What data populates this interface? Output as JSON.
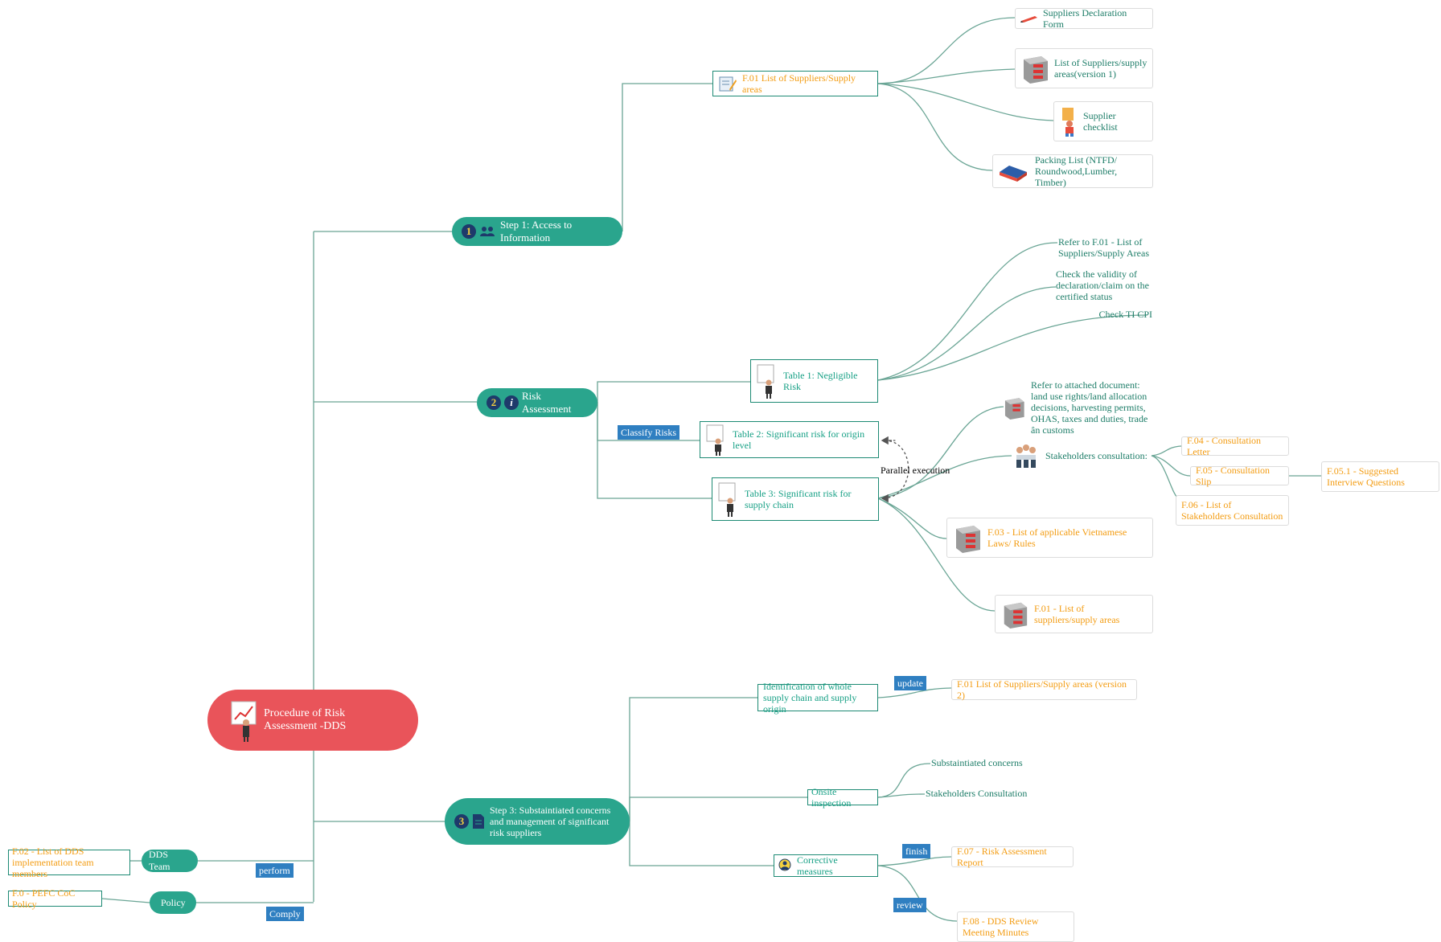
{
  "root": {
    "label": "Procedure of Risk Assessment -DDS"
  },
  "step1": {
    "number": "1",
    "label": "Step 1: Access to Information",
    "f01": "F.01 List of Suppliers/Supply areas",
    "children": [
      "Suppliers Declaration Form",
      "List of Suppliers/supply areas(version 1)",
      "Supplier checklist",
      "Packing List (NTFD/ Roundwood,Lumber, Timber)"
    ]
  },
  "step2": {
    "number": "2",
    "label": "Risk Assessment",
    "classify_tag": "Classify Risks",
    "table1": "Table 1: Negligible Risk",
    "table2": "Table 2: Significant risk for origin level",
    "table3": "Table 3: Significant risk for supply chain",
    "parallel": "Parallel execution",
    "table1_children": [
      "Refer to F.01 - List of Suppliers/Supply Areas",
      "Check the validity of declaration/claim on the certified status",
      "Check TI CPI"
    ],
    "refer_document": "Refer to attached document: land use rights/land allocation decisions, harvesting permits, OHAS, taxes and duties, trade ân customs",
    "stakeholders": "Stakeholders consultation:",
    "f04": "F.04 - Consultation Letter",
    "f05": "F.05 - Consultation Slip",
    "f051": "F.05.1 - Suggested Interview Questions",
    "f06": "F.06 - List of Stakeholders Consultation",
    "f03": "F.03 - List of applicable Vietnamese Laws/ Rules",
    "f01b": "F.01 - List of suppliers/supply areas"
  },
  "step3": {
    "number": "3",
    "label": "Step 3: Substaintiated concerns and management of significant risk suppliers",
    "identification": "Identification of whole supply chain and supply origin",
    "update_tag": "update",
    "f01v2": "F.01 List of Suppliers/Supply areas (version 2)",
    "onsite": "Onsite inspection",
    "concerns": "Substaintiated concerns",
    "stakeholders": "Stakeholders Consultation",
    "corrective": "Corrective measures",
    "finish_tag": "finish",
    "f07": "F.07 - Risk Assessment Report",
    "review_tag": "review",
    "f08": "F.08 - DDS Review Meeting Minutes"
  },
  "team": {
    "label": "DDS Team",
    "perform_tag": "perform",
    "f02": "F.02 - List of DDS implementation team members"
  },
  "policy": {
    "label": "Policy",
    "comply_tag": "Comply",
    "f0": "F.0 - PEFC CoC Policy"
  },
  "colors": {
    "green": "#2aa58d",
    "root": "#e9545a",
    "orange_text": "#f39c12",
    "tag_blue": "#2f7fc1",
    "line": "#5c9c8c"
  }
}
